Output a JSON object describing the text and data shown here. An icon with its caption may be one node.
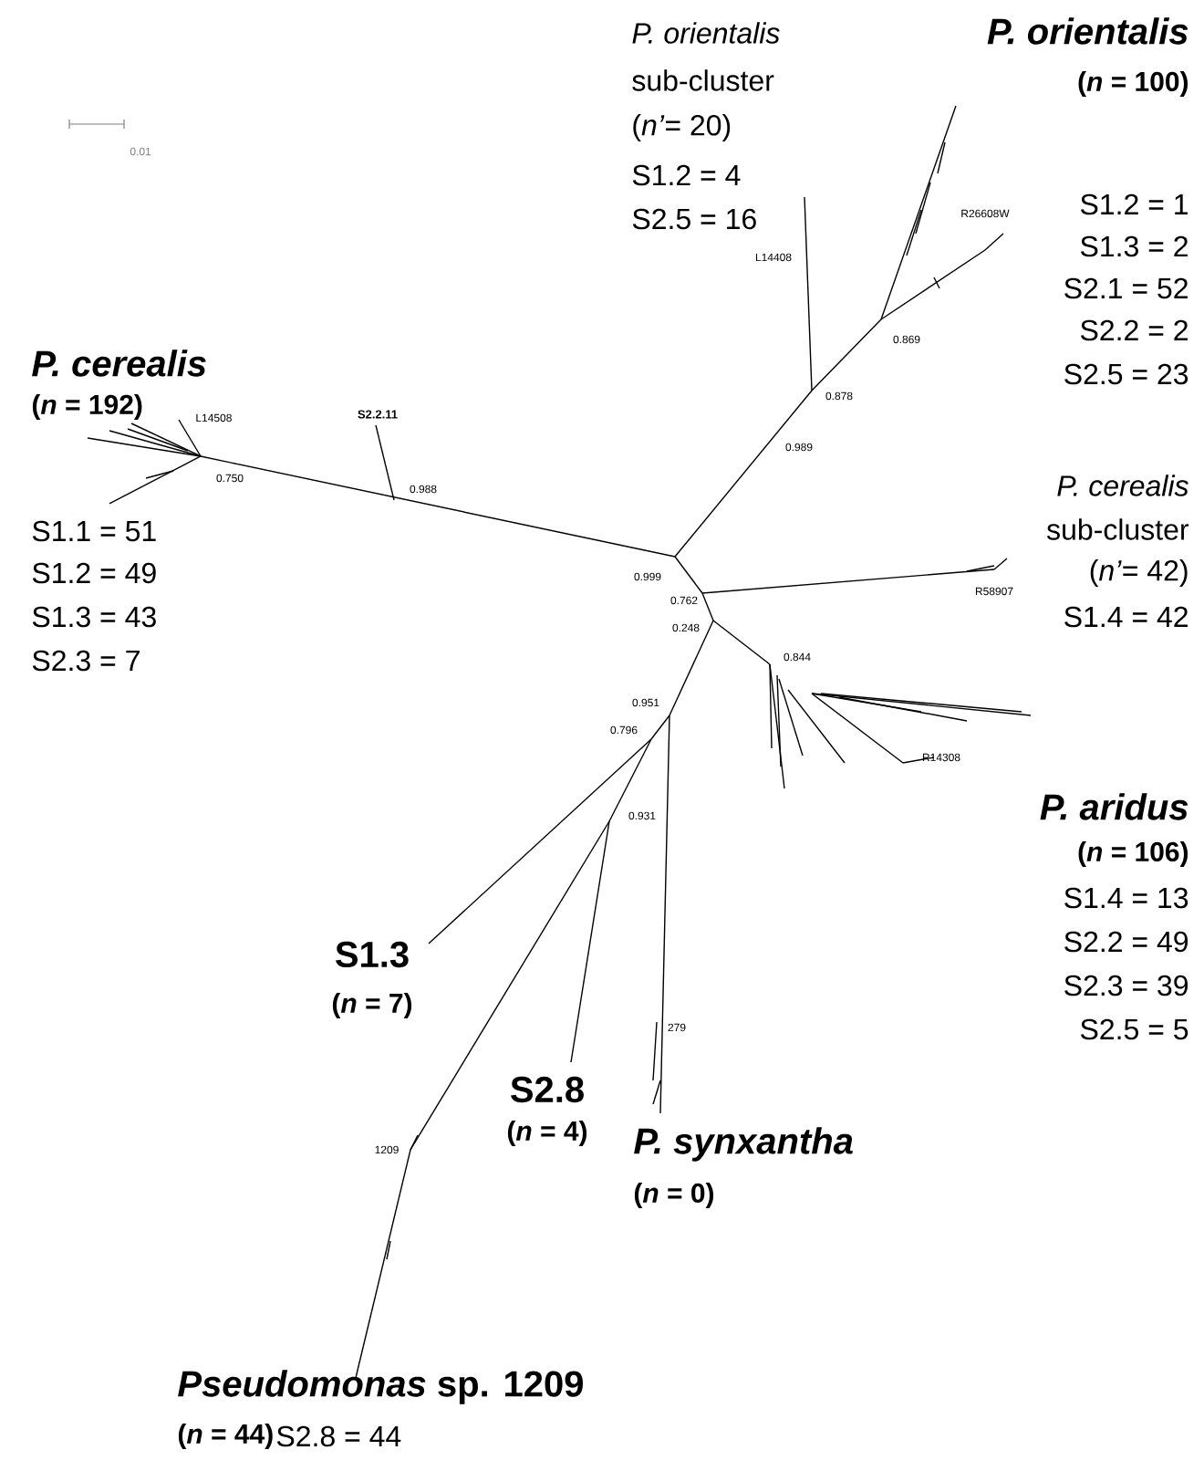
{
  "diagram": {
    "labels": [
      "0.01",
      "*P. orientalis*",
      "sub-cluster",
      "(*n’*= 20)",
      "S1.2 = 4",
      "S2.5 = 16",
      "P. orientalis",
      "(*n* = 100)",
      "L14408",
      "R26608W",
      "S1.2 = 1",
      "S1.3 = 2",
      "S2.1 = 52",
      "S2.2 = 2",
      "S2.5 = 23",
      "0.869",
      "0.878",
      "0.989",
      "P. cerealis",
      "(*n* = 192)",
      "L14508",
      "S2.2.11",
      "0.750",
      "0.988",
      "S1.1 = 51",
      "S1.2 = 49",
      "S1.3 = 43",
      "S2.3 = 7",
      "*P. cerealis*",
      "sub-cluster",
      "(*n’*= 42)",
      "R58907",
      "S1.4 = 42",
      "0.999",
      "0.762",
      "0.248",
      "0.844",
      "R14308",
      "0.951",
      "0.796",
      "0.931",
      "P. aridus",
      "(*n* = 106)",
      "S1.4 = 13",
      "S2.2 = 49",
      "S2.3 = 39",
      "S2.5 = 5",
      "S1.3",
      "(*n* = 7)",
      "279",
      "S2.8",
      "(*n* = 4)",
      "1209",
      "P. synxantha",
      "(*n* = 0)",
      "*Pseudomonas* sp. 1209",
      "(*n* = 44)",
      "S2.8 = 44"
    ]
  }
}
